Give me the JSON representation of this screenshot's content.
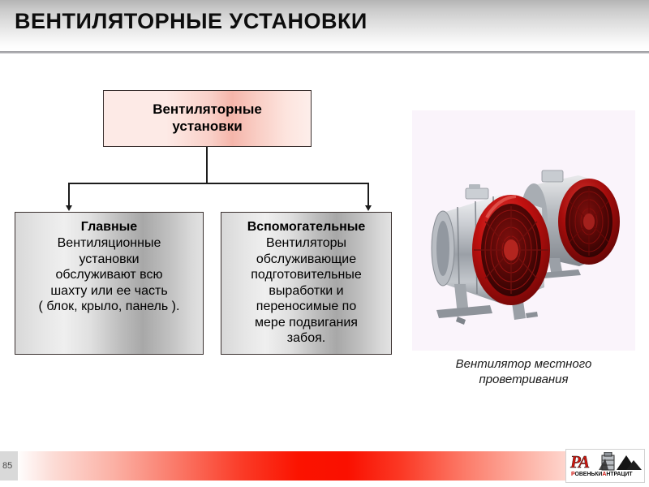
{
  "header": {
    "title": "ВЕНТИЛЯТОРНЫЕ УСТАНОВКИ"
  },
  "diagram": {
    "root": {
      "label": "Вентиляторные\nустановки"
    },
    "branches": [
      {
        "heading": "Главные",
        "body": "Вентиляционные\nустановки\nобслуживают всю\nшахту или ее часть\n( блок, крыло, панель )."
      },
      {
        "heading": "Вспомогательные",
        "body": "Вентиляторы\nобслуживающие\nподготовительные\nвыработки и\nпереносимые по\nмере подвигания\nзабоя."
      }
    ]
  },
  "photo": {
    "alt": "mine-local-ventilation-fan-photo",
    "caption": "Вентилятор местного\nпроветривания"
  },
  "footer": {
    "page_number": "85",
    "logo": {
      "monogram": "РА",
      "name_prefix": "Р",
      "name_middle": "ОВЕНЬКИ",
      "name_accent": "А",
      "name_suffix": "НТРАЦИТ",
      "full_name": "РОВЕНЬКИАНТРАЦИТ"
    }
  },
  "colors": {
    "accent_red": "#fb1300",
    "logo_red": "#d0150e",
    "root_node_pink": "#f5b5aa",
    "branch_gray": "#bdbdbd",
    "photo_bg": "#faf4fb"
  }
}
